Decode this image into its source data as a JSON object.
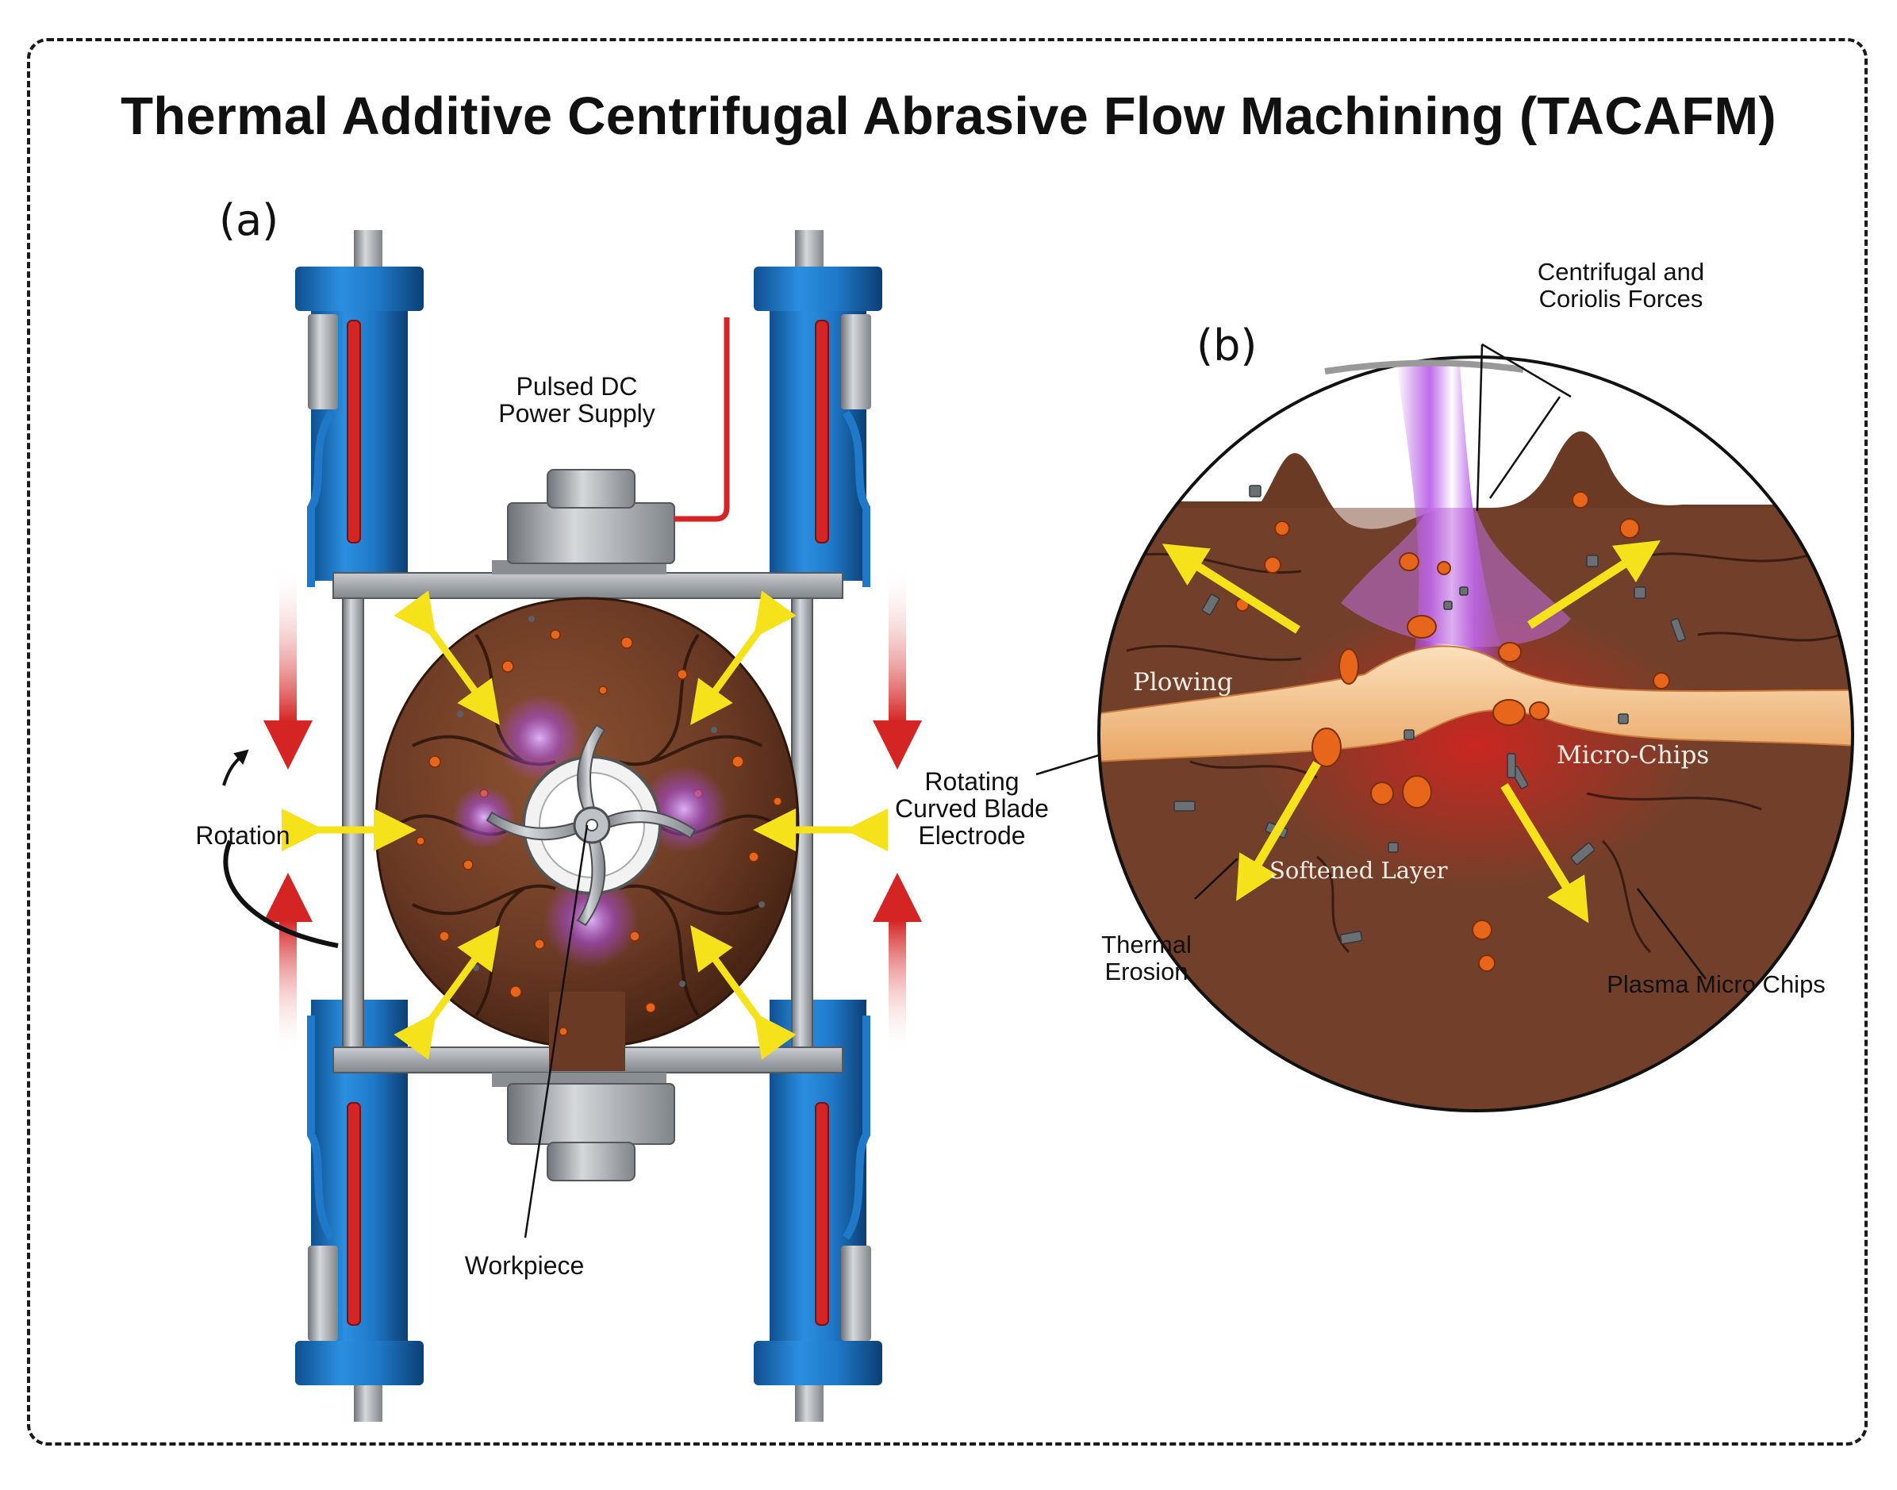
{
  "title": "Thermal Additive Centrifugal Abrasive Flow Machining (TACAFM)",
  "panel_a": {
    "tag": "(a)",
    "labels": {
      "power_supply": "Pulsed DC\nPower Supply",
      "rotation": "Rotation",
      "electrode": "Rotating\nCurved Blade\nElectrode",
      "workpiece": "Workpiece"
    }
  },
  "panel_b": {
    "tag": "(b)",
    "labels": {
      "forces": "Centrifugal and\nCoriolis Forces",
      "plowing": "Plowing",
      "micro_chips": "Micro-Chips",
      "softened_layer": "Softened Layer",
      "thermal_erosion": "Thermal\nErosion",
      "plasma_micro_chips": "Plasma Micro Chips"
    }
  },
  "colors": {
    "cylinder_blue": "#1f78c8",
    "rod_red": "#d42424",
    "frame_gray": "#9a9ea3",
    "medium_brown": "#6b3a24",
    "abrasive_orange": "#e8651c",
    "flow_arrow_yellow": "#f5e21b",
    "plasma_purple": "#a64ad8",
    "softened_layer_tan": "#f4c58f"
  }
}
